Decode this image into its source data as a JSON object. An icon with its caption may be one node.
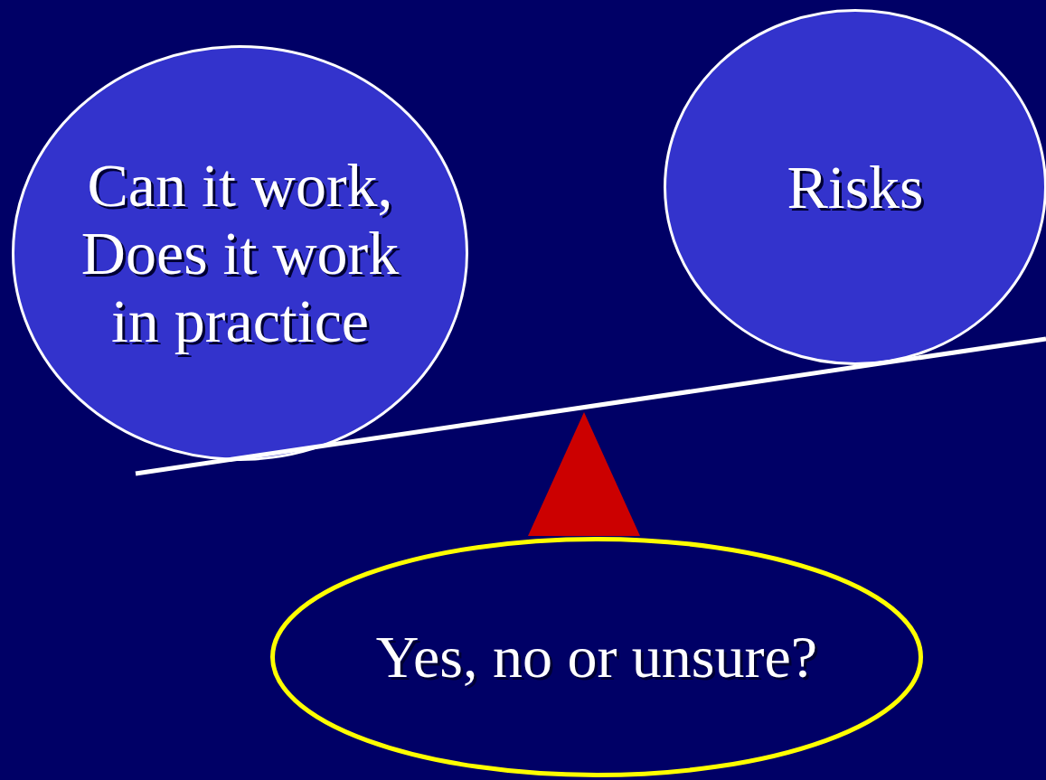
{
  "diagram": {
    "nodes": [
      {
        "text": [
          "Can it work, Does it work in practice"
        ]
      },
      {
        "text": [
          "Risks"
        ]
      },
      {
        "text": [
          "Yes, no or unsure?"
        ]
      }
    ]
  }
}
